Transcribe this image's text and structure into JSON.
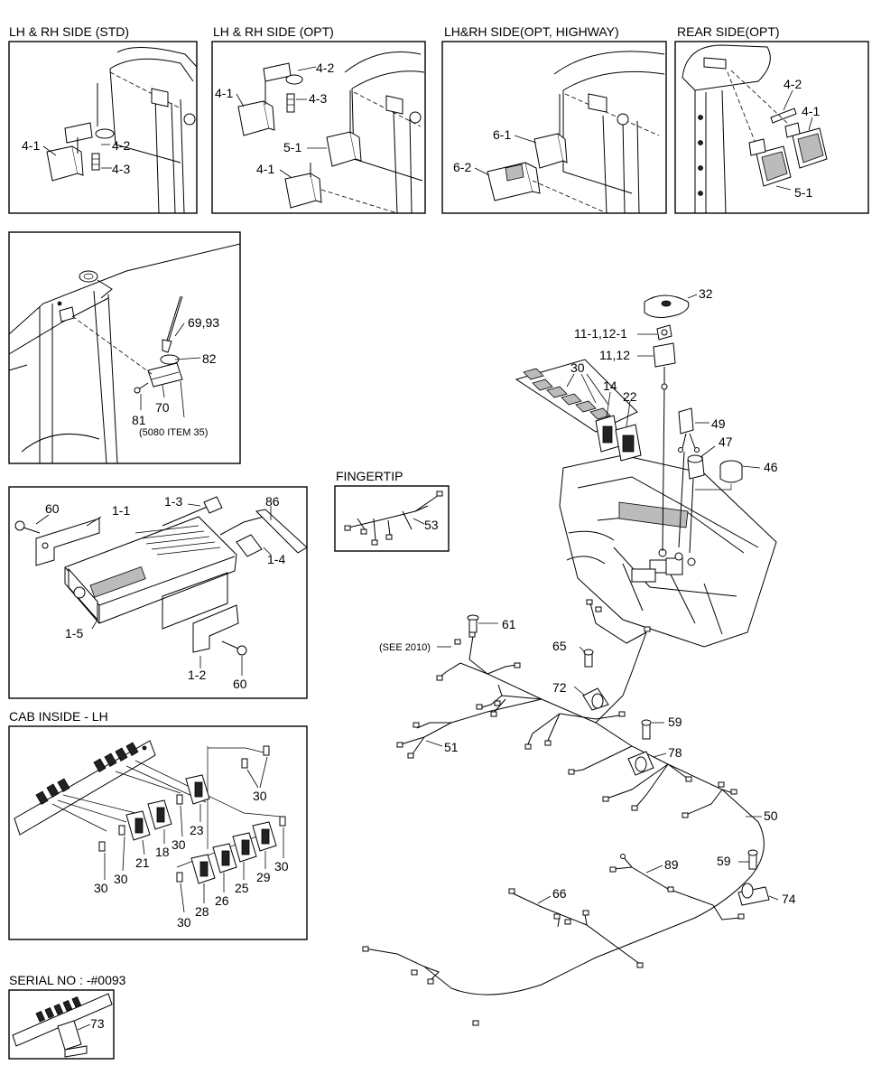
{
  "panels": {
    "std": {
      "title": "LH & RH SIDE (STD)",
      "labels": [
        "4-1",
        "4-2",
        "4-3"
      ]
    },
    "opt": {
      "title": "LH & RH SIDE (OPT)",
      "labels": [
        "4-2",
        "4-1",
        "4-3",
        "5-1",
        "4-1"
      ]
    },
    "highway": {
      "title": "LH&RH SIDE(OPT, HIGHWAY)",
      "labels": [
        "6-1",
        "6-2"
      ]
    },
    "rear": {
      "title": "REAR SIDE(OPT)",
      "labels": [
        "4-2",
        "4-1",
        "5-1"
      ]
    },
    "antenna": {
      "labels": [
        "69,93",
        "82",
        "70",
        "81",
        "(5080 ITEM 35)"
      ]
    },
    "radio": {
      "labels": [
        "60",
        "1-1",
        "1-3",
        "86",
        "1-4",
        "1-5",
        "1-2",
        "60"
      ]
    },
    "fingertip": {
      "title": "FINGERTIP",
      "labels": [
        "53"
      ]
    },
    "cab": {
      "title": "CAB INSIDE - LH",
      "labels": [
        "30",
        "30",
        "23",
        "30",
        "18",
        "21",
        "30",
        "30",
        "29",
        "30",
        "25",
        "26",
        "28",
        "30"
      ]
    },
    "serial": {
      "title": "SERIAL NO : -#0093",
      "labels": [
        "73"
      ]
    }
  },
  "main": {
    "labels": [
      "32",
      "11-1,12-1",
      "11,12",
      "30",
      "14",
      "22",
      "49",
      "47",
      "46",
      "61",
      "(SEE 2010)",
      "65",
      "72",
      "59",
      "78",
      "51",
      "50",
      "59",
      "74",
      "89",
      "66"
    ]
  }
}
